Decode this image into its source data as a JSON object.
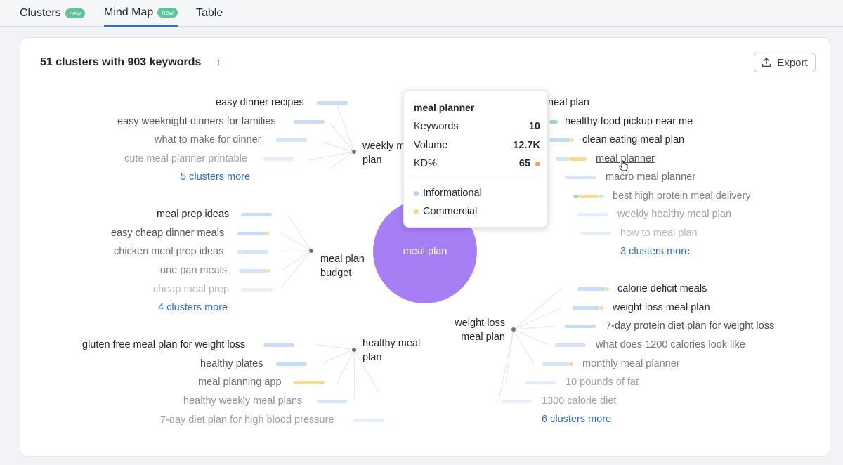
{
  "tabs": [
    {
      "label": "Clusters",
      "badge": "new"
    },
    {
      "label": "Mind Map",
      "badge": "new"
    },
    {
      "label": "Table",
      "badge": ""
    }
  ],
  "card": {
    "title": "51 clusters with 903 keywords",
    "info_icon": "i",
    "export_label": "Export"
  },
  "center": {
    "label": "meal plan",
    "color": "#a77ff5"
  },
  "clusters": {
    "weekly": {
      "label_line1": "weekly m",
      "label_line2": "plan",
      "keywords": [
        "easy dinner recipes",
        "easy weeknight dinners for families",
        "what to make for dinner",
        "cute meal planner printable"
      ],
      "more": "5 clusters more"
    },
    "budget": {
      "label_line1": "meal plan",
      "label_line2": "budget",
      "keywords": [
        "meal prep ideas",
        "easy cheap dinner meals",
        "chicken meal prep ideas",
        "one pan meals",
        "cheap meal prep"
      ],
      "more": "4 clusters more"
    },
    "healthy": {
      "label_line1": "healthy meal",
      "label_line2": "plan",
      "keywords": [
        "gluten free meal plan for weight loss",
        "healthy plates",
        "meal planning app",
        "healthy weekly meal plans",
        "7-day diet plan for high blood pressure"
      ]
    },
    "top_right": {
      "label_fragment": "neal plan",
      "keywords": [
        "healthy food pickup near me",
        "clean eating meal plan",
        "meal planner",
        "macro meal planner",
        "best high protein meal delivery",
        "weekly healthy meal plan",
        "how to meal plan"
      ],
      "more": "3 clusters more"
    },
    "weight_loss": {
      "label_line1": "weight loss",
      "label_line2": "meal plan",
      "keywords": [
        "calorie deficit meals",
        "weight loss meal plan",
        "7-day protein diet plan for weight loss",
        "what does 1200 calories look like",
        "monthly meal planner",
        "10 pounds of fat",
        "1300 calorie diet"
      ],
      "more": "6 clusters more"
    }
  },
  "tooltip": {
    "title": "meal planner",
    "rows": [
      {
        "label": "Keywords",
        "value": "10"
      },
      {
        "label": "Volume",
        "value": "12.7K"
      },
      {
        "label": "KD%",
        "value": "65"
      }
    ],
    "kd_color": "#f0a050",
    "intents": [
      {
        "label": "Informational",
        "color": "#b8d4f5"
      },
      {
        "label": "Commercial",
        "color": "#f5d88a"
      }
    ]
  },
  "colors": {
    "informational": "#c9dcf7",
    "commercial": "#f5dc8e",
    "transactional": "#9adcc0",
    "link": "#2f6dd0"
  }
}
